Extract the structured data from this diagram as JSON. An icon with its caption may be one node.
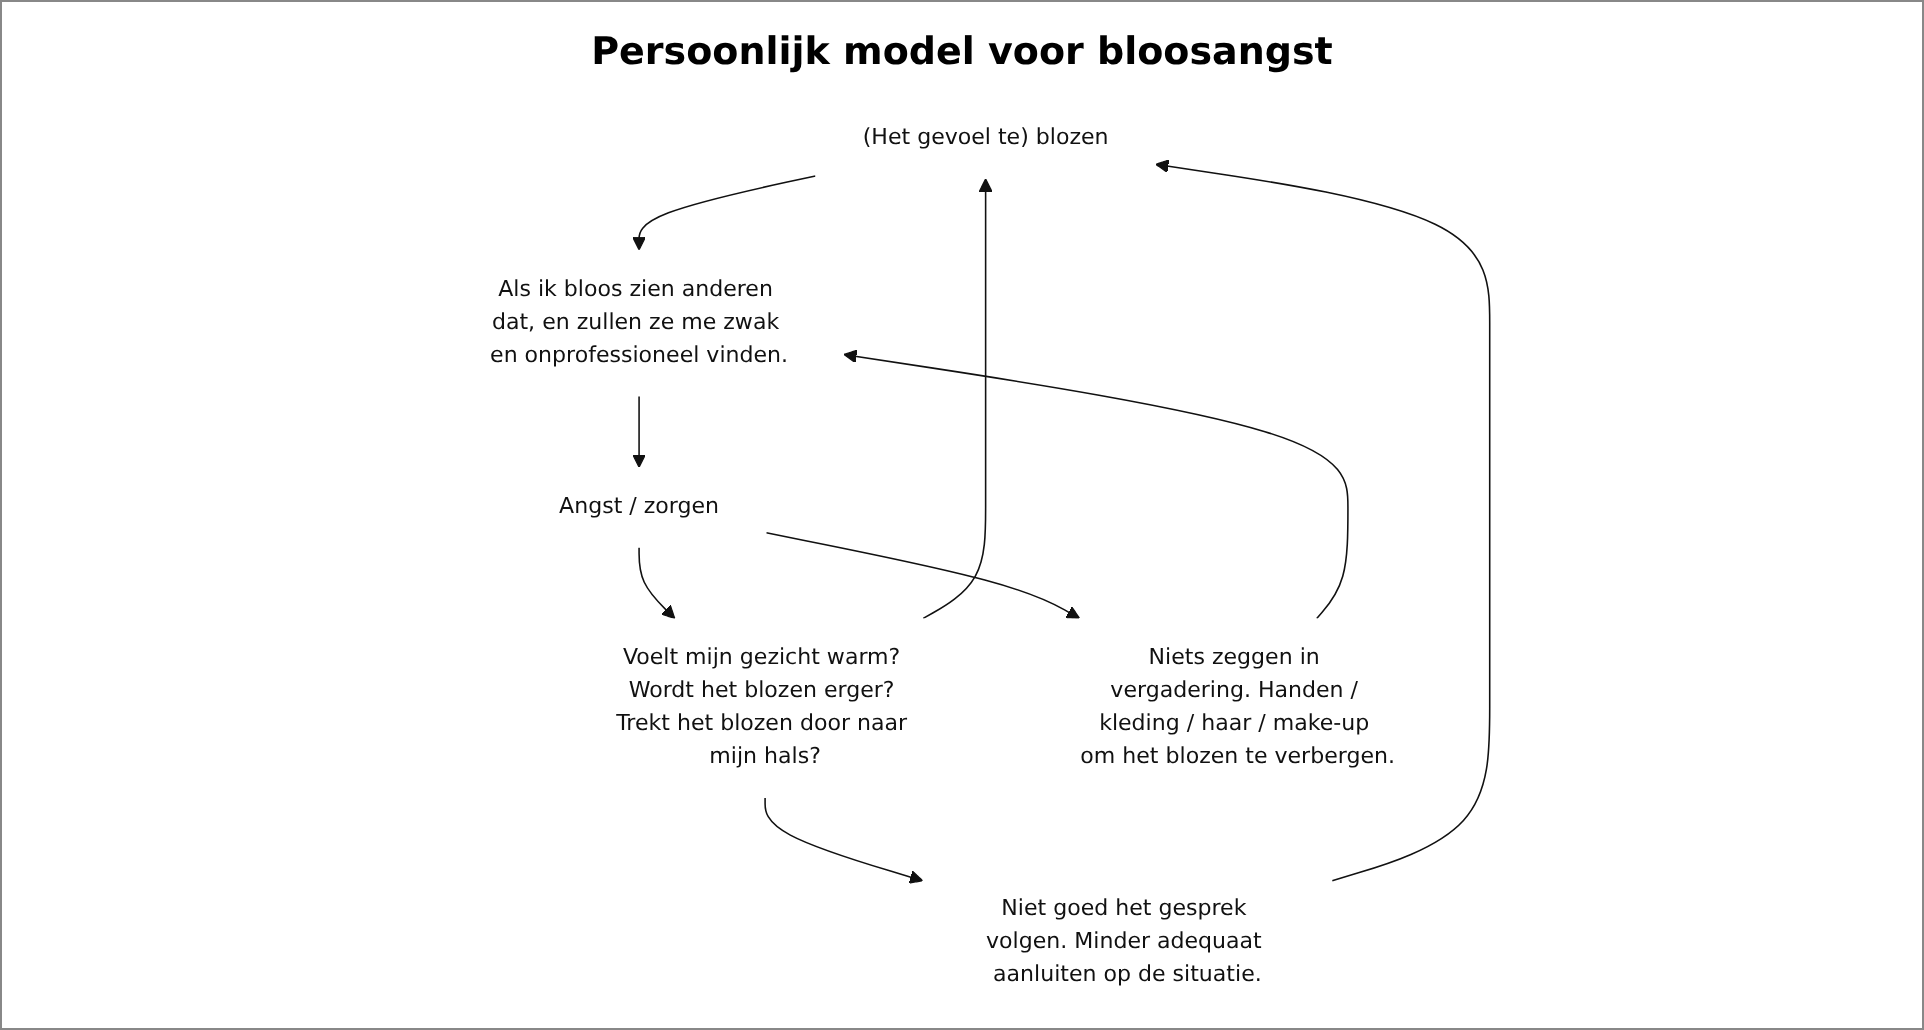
{
  "diagram": {
    "title": "Persoonlijk model voor bloosangst",
    "nodes": [
      {
        "text": [
          "(Het gevoel te) blozen"
        ]
      },
      {
        "text": [
          "Voelt mijn gezicht warm? Wordt het blozen erger? Trekt het blozen door naar mijn hals?"
        ]
      },
      {
        "text": [
          "Niet goed het gesprek volgen. Minder adequaat aanluiten op de situatie."
        ]
      },
      {
        "text": [
          "Niets zeggen in vergadering. Handen / kleding / haar / make-up om het blozen te verbergen."
        ]
      },
      {
        "text": [
          "Als ik bloos zien anderen dat, en zullen ze me zwak en onprofessioneel vinden."
        ]
      },
      {
        "text": [
          "Angst / zorgen"
        ]
      }
    ],
    "edges": [
      {
        "from": 1,
        "to": 0,
        "arrow": "to"
      },
      {
        "from": 0,
        "to": 4,
        "arrow": "to"
      },
      {
        "from": 4,
        "to": 5,
        "arrow": "to"
      },
      {
        "from": 5,
        "to": 1,
        "arrow": "to"
      },
      {
        "from": 1,
        "to": 2,
        "arrow": "to"
      },
      {
        "from": 2,
        "to": 0,
        "arrow": "to"
      },
      {
        "from": 3,
        "to": 4,
        "arrow": "to"
      },
      {
        "from": 5,
        "to": 3,
        "arrow": "to"
      }
    ]
  }
}
